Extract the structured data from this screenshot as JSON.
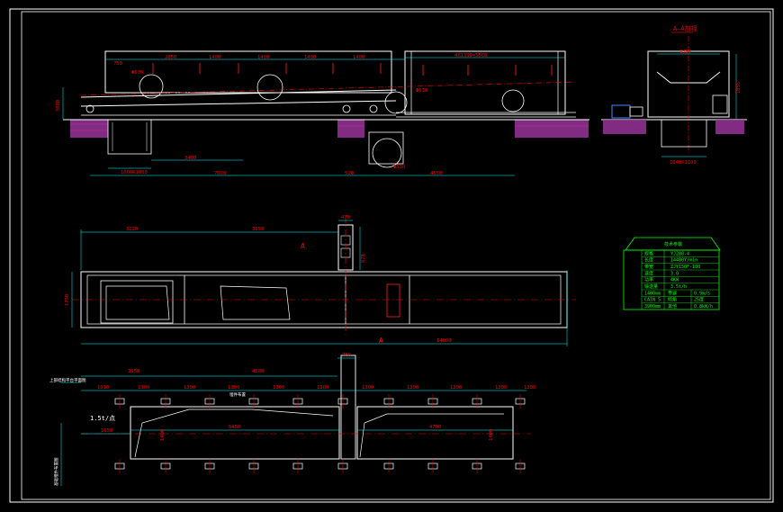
{
  "colors": {
    "background": "#000000",
    "frame": "#ffffff",
    "structure": "#ffffff",
    "dimension": "#00ffff",
    "dimension_text": "#ff2020",
    "centerline": "#ff0000",
    "concrete": "#cc33aa",
    "table": "#00ff00",
    "motor": "#4488ff"
  },
  "elevation": {
    "top_dims": [
      "750",
      "2050",
      "1400",
      "1400",
      "1400",
      "1400",
      "4X1390=5560"
    ],
    "drum_label": "Φ630",
    "height_label": "3000",
    "bottom_dims": [
      "1000X1000",
      "3400",
      "7000",
      "520",
      "4650"
    ],
    "pulley_labels": [
      "Φ630",
      "Φ530"
    ]
  },
  "section": {
    "title": "A—A剖视",
    "dims": [
      "1400",
      "1055",
      "1040X1100"
    ]
  },
  "plan": {
    "dims": [
      "3120",
      "3950",
      "470",
      "975",
      "1750",
      "14000"
    ],
    "section_marks": [
      "A",
      "A"
    ]
  },
  "spec_table": {
    "title": "技术参数",
    "rows": [
      [
        "",
        "规格",
        "YJ200-4"
      ],
      [
        "",
        "长度",
        "14400Y/min"
      ],
      [
        "",
        "带宽",
        "ZJY150F-100"
      ],
      [
        "",
        "速度",
        "3.0"
      ],
      [
        "",
        "功率",
        "4KW"
      ],
      [
        "",
        "输送量",
        "3.5t/h"
      ],
      [
        "",
        "1400mm",
        "带速",
        "0.9m/s"
      ],
      [
        "",
        "CAIN 5",
        "倾角",
        "25度"
      ],
      [
        "",
        "3900mm",
        "其他",
        "0.8kW/h"
      ]
    ]
  },
  "foundation": {
    "left_labels": [
      "上部结构平台平面图",
      "埋件布置"
    ],
    "load_label": "1.5t/点",
    "top_dims": [
      "3050",
      "4500",
      "780"
    ],
    "spacing_dims": [
      "1010",
      "1300",
      "1300",
      "1300",
      "1300",
      "1300",
      "1300",
      "1300",
      "1300",
      "1300",
      "1300"
    ],
    "inner_dims": [
      "1650",
      "5450",
      "4700"
    ],
    "side_labels": [
      "1400",
      "1400"
    ],
    "bottom_left_label": "基础埋件布置图"
  }
}
